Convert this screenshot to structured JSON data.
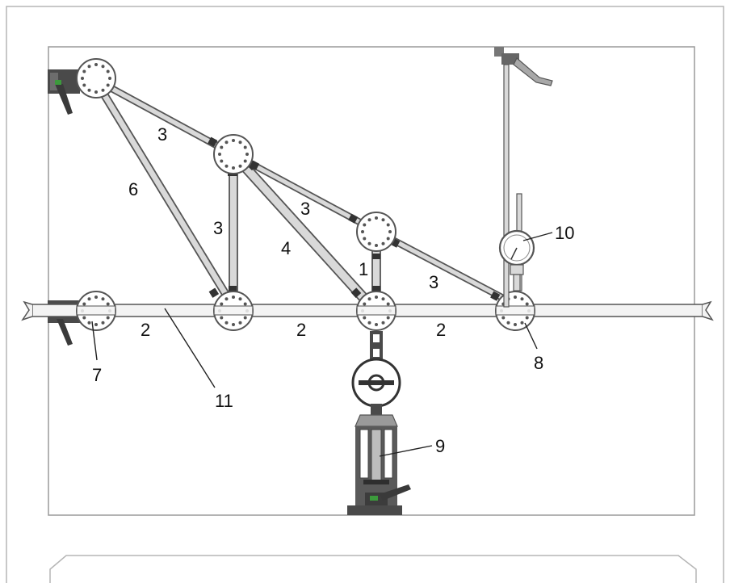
{
  "labels": {
    "member_3_top": "3",
    "member_6": "6",
    "member_3_vertical": "3",
    "member_3_mid": "3",
    "member_4": "4",
    "member_1": "1",
    "member_3_right": "3",
    "dial_gauge_10": "10",
    "bar_segment_2_left": "2",
    "bar_segment_2_mid": "2",
    "bar_segment_2_right": "2",
    "support_clamp_7": "7",
    "disc_node_8": "8",
    "bar_11": "11",
    "load_device_9": "9"
  },
  "colors": {
    "stroke": "#555555",
    "frame": "#9a9a9a",
    "member_fill": "#d9d9d9",
    "disc_fill": "#ffffff",
    "clamp_dark": "#4a4a4a",
    "lever_green": "#3c9a3c",
    "text": "#111111"
  },
  "icons": [
    "disc-node-icon",
    "clamp-icon",
    "dial-gauge-icon",
    "load-cell-icon",
    "spindle-press-icon"
  ]
}
